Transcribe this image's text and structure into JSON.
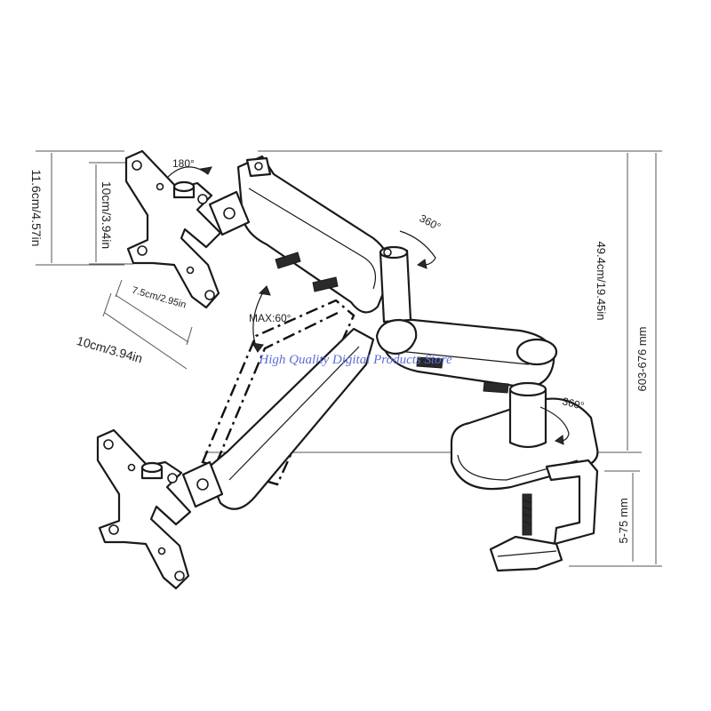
{
  "dimensions": {
    "plate_height": "11.6cm/4.57in",
    "vesa_vertical": "10cm/3.94in",
    "vesa_small": "7.5cm/2.95in",
    "vesa_horizontal": "10cm/3.94in",
    "arm_height": "49.4cm/19.45in",
    "total_height": "603-676 mm",
    "clamp_range": "5-75 mm"
  },
  "angles": {
    "tilt": "180°",
    "swivel_arm": "360°",
    "swivel_base": "360°",
    "max_lift": "MAX:60°"
  },
  "watermark": "High Quality Digital Products Store"
}
